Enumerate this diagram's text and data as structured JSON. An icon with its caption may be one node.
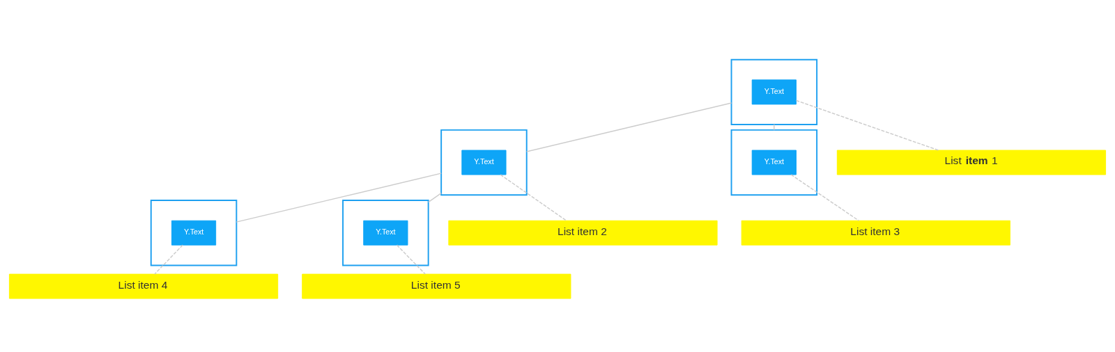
{
  "diagram": {
    "nodes": [
      {
        "text": [],
        "shape": "box"
      },
      {
        "text": [
          "Y.Text"
        ],
        "in": 0
      },
      {
        "text": [],
        "shape": "box"
      },
      {
        "text": [
          "Y.Text"
        ],
        "in": 2
      },
      {
        "text": [],
        "shape": "box"
      },
      {
        "text": [
          "Y.Text"
        ],
        "in": 4
      },
      {
        "text": [],
        "shape": "box"
      },
      {
        "text": [
          "Y.Text"
        ],
        "in": 6
      },
      {
        "text": [],
        "shape": "box"
      },
      {
        "text": [
          "Y.Text"
        ],
        "in": 8
      },
      {
        "text": [
          "List **item** 1"
        ]
      },
      {
        "text": [
          "List item 2"
        ]
      },
      {
        "text": [
          "List item 4"
        ]
      },
      {
        "text": [
          "List item 5"
        ]
      },
      {
        "text": [
          "List item 3"
        ]
      }
    ],
    "edges": [
      {
        "from": 0,
        "to": 2,
        "arrow": "none"
      },
      {
        "from": 0,
        "to": 4,
        "arrow": "none"
      },
      {
        "from": 2,
        "to": 6,
        "arrow": "none"
      },
      {
        "from": 2,
        "to": 8,
        "arrow": "none"
      },
      {
        "from": 1,
        "to": 10,
        "arrow": "none",
        "style": "dashed"
      },
      {
        "from": 3,
        "to": 11,
        "arrow": "none",
        "style": "dashed"
      },
      {
        "from": 5,
        "to": 14,
        "arrow": "none",
        "style": "dashed"
      },
      {
        "from": 7,
        "to": 12,
        "arrow": "none",
        "style": "dashed"
      },
      {
        "from": 9,
        "to": 13,
        "arrow": "none",
        "style": "dashed"
      }
    ]
  }
}
